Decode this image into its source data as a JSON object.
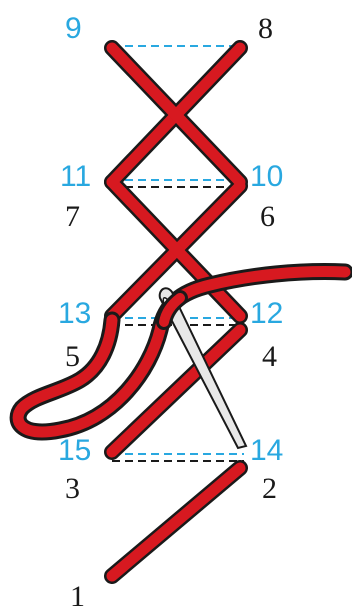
{
  "colors": {
    "thread": "#d71920",
    "thread_outline": "#1a1a1a",
    "blue_label": "#29a8e0",
    "black_label": "#1a1a1a",
    "needle_fill": "#e8e8e8"
  },
  "labels": {
    "n1": "1",
    "n2": "2",
    "n3": "3",
    "n4": "4",
    "n5": "5",
    "n6": "6",
    "n7": "7",
    "n8": "8",
    "n9": "9",
    "n10": "10",
    "n11": "11",
    "n12": "12",
    "n13": "13",
    "n14": "14",
    "n15": "15"
  }
}
